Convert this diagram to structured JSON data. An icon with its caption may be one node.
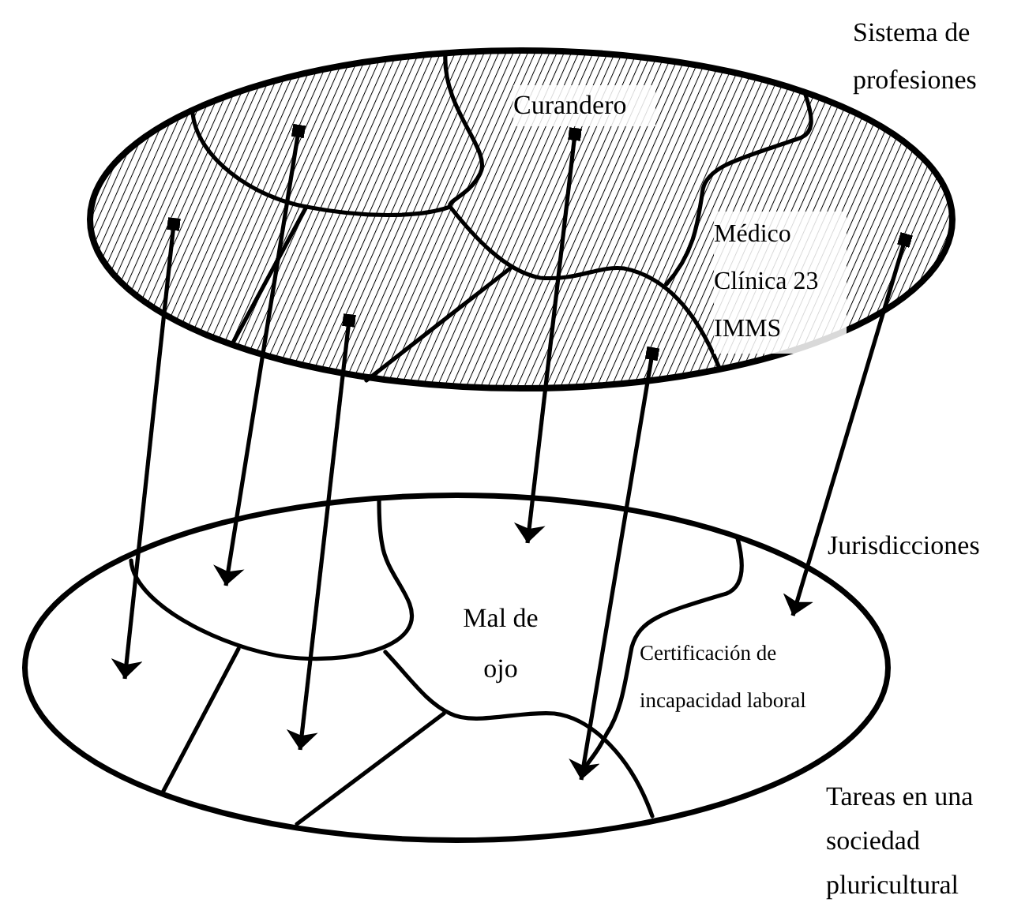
{
  "diagram": {
    "nodes": [
      {
        "text": [],
        "shape": "ellipse",
        "beside": [
          "Sistema de profesiones"
        ]
      },
      {
        "text": [
          "Curandero"
        ],
        "in": 0
      },
      {
        "text": [
          "Médico Clínica 23 IMMS"
        ],
        "in": 0
      },
      {
        "text": [],
        "shape": "ellipse",
        "beside": [
          "Tareas en una sociedad pluricultural"
        ]
      },
      {
        "text": [
          "Mal de ojo"
        ],
        "in": 3
      },
      {
        "text": [
          "Certificación de incapacidad laboral"
        ],
        "in": 3
      }
    ],
    "edges": [
      {
        "from": 0,
        "to": 3,
        "arrow": "to"
      },
      {
        "from": 0,
        "to": 3,
        "arrow": "to"
      },
      {
        "from": 0,
        "to": 3,
        "arrow": "to"
      },
      {
        "from": 1,
        "to": 4,
        "arrow": "to"
      },
      {
        "from": 0,
        "to": 3,
        "arrow": "to"
      },
      {
        "from": 2,
        "to": 5,
        "arrow": "to"
      }
    ],
    "labels": [
      "Jurisdicciones"
    ]
  }
}
